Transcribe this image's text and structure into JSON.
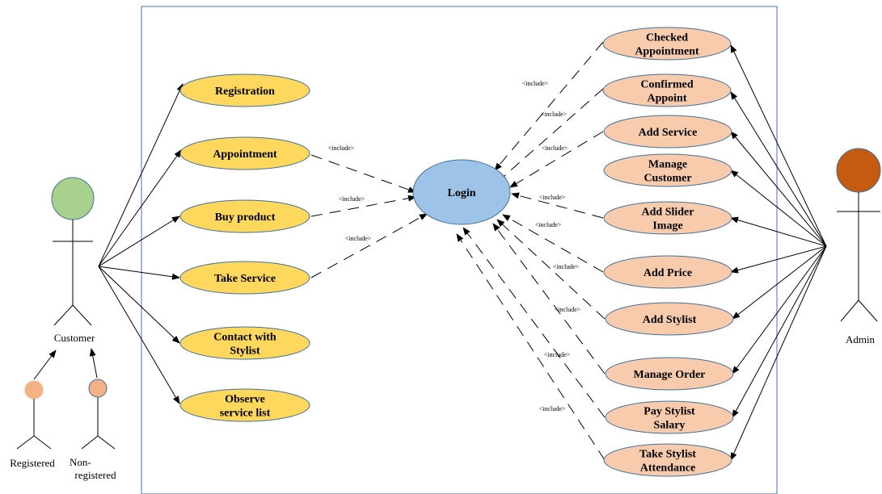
{
  "colors": {
    "customer_usecase": "#fdd85c",
    "admin_usecase": "#f8cbad",
    "login": "#9dc3e6",
    "customer_head": "#a9d18e",
    "admin_head": "#c55a11",
    "subactor_head": "#f4b183",
    "system_border": "#4472c4",
    "line": "#000000"
  },
  "actors": {
    "customer": "Customer",
    "admin": "Admin",
    "registered": "Registered",
    "non_registered": [
      "Non-",
      "registered"
    ]
  },
  "login": "Login",
  "include_label": "<include>",
  "customer_usecases": [
    [
      "Registration"
    ],
    [
      "Appointment"
    ],
    [
      "Buy product"
    ],
    [
      "Take Service"
    ],
    [
      "Contact with",
      "Stylist"
    ],
    [
      "Observe",
      "service list"
    ]
  ],
  "admin_usecases": [
    [
      "Checked",
      "Appointment"
    ],
    [
      "Confirmed",
      "Appoint"
    ],
    [
      "Add Service"
    ],
    [
      "Manage",
      "Customer"
    ],
    [
      "Add Slider",
      "Image"
    ],
    [
      "Add Price"
    ],
    [
      "Add Stylist"
    ],
    [
      "Manage Order"
    ],
    [
      "Pay Stylist",
      "Salary"
    ],
    [
      "Take Stylist",
      "Attendance"
    ]
  ]
}
